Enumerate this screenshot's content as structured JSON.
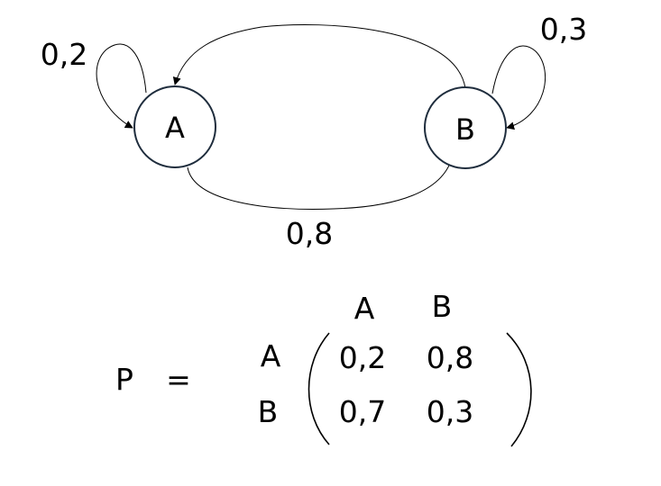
{
  "diagram": {
    "states": [
      {
        "id": "A",
        "label": "A"
      },
      {
        "id": "B",
        "label": "B"
      }
    ],
    "transitions": [
      {
        "from": "A",
        "to": "A",
        "label": "0,2"
      },
      {
        "from": "A",
        "to": "B",
        "label": "0,8"
      },
      {
        "from": "B",
        "to": "A",
        "label": ""
      },
      {
        "from": "B",
        "to": "B",
        "label": "0,3"
      }
    ]
  },
  "matrix": {
    "name": "P",
    "equals": "=",
    "col_headers": [
      "A",
      "B"
    ],
    "row_headers": [
      "A",
      "B"
    ],
    "rows": [
      [
        "0,2",
        "0,8"
      ],
      [
        "0,7",
        "0,3"
      ]
    ]
  }
}
